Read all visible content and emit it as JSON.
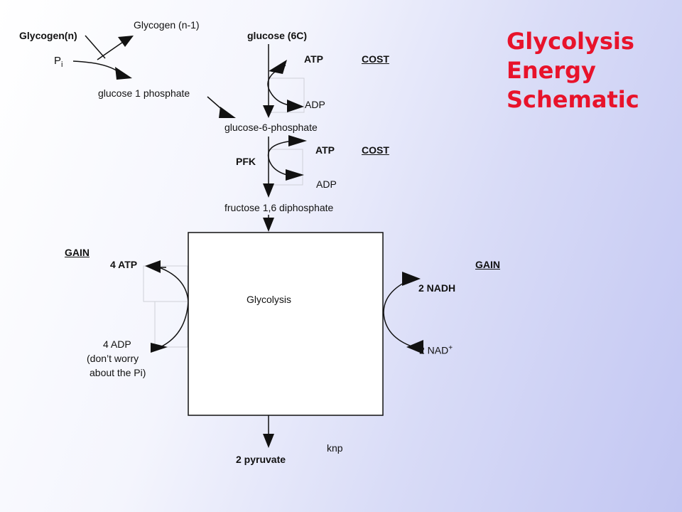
{
  "title_lines": [
    "Glycolysis",
    "Energy",
    "Schematic"
  ],
  "labels": {
    "glycogen_n": "Glycogen(n)",
    "glycogen_n1": "Glycogen (n-1)",
    "pi_p": "P",
    "pi_i": "i",
    "g1p": "glucose 1 phosphate",
    "glucose": "glucose (6C)",
    "atp1": "ATP",
    "cost1": "COST",
    "adp1": "ADP",
    "g6p": "glucose-6-phosphate",
    "atp2": "ATP",
    "cost2": "COST",
    "pfk": "PFK",
    "adp2": "ADP",
    "f16dp": "fructose 1,6 diphosphate",
    "gain_left": "GAIN",
    "atp4": "4 ATP",
    "adp4": "4 ADP",
    "adp4_note1": "(don’t worry",
    "adp4_note2": "about the Pi)",
    "glycolysis": "Glycolysis",
    "gain_right": "GAIN",
    "nadh": "2 NADH",
    "nad": "2 NAD",
    "nad_sup": "+",
    "pyruvate": "2 pyruvate",
    "knp": "knp"
  }
}
